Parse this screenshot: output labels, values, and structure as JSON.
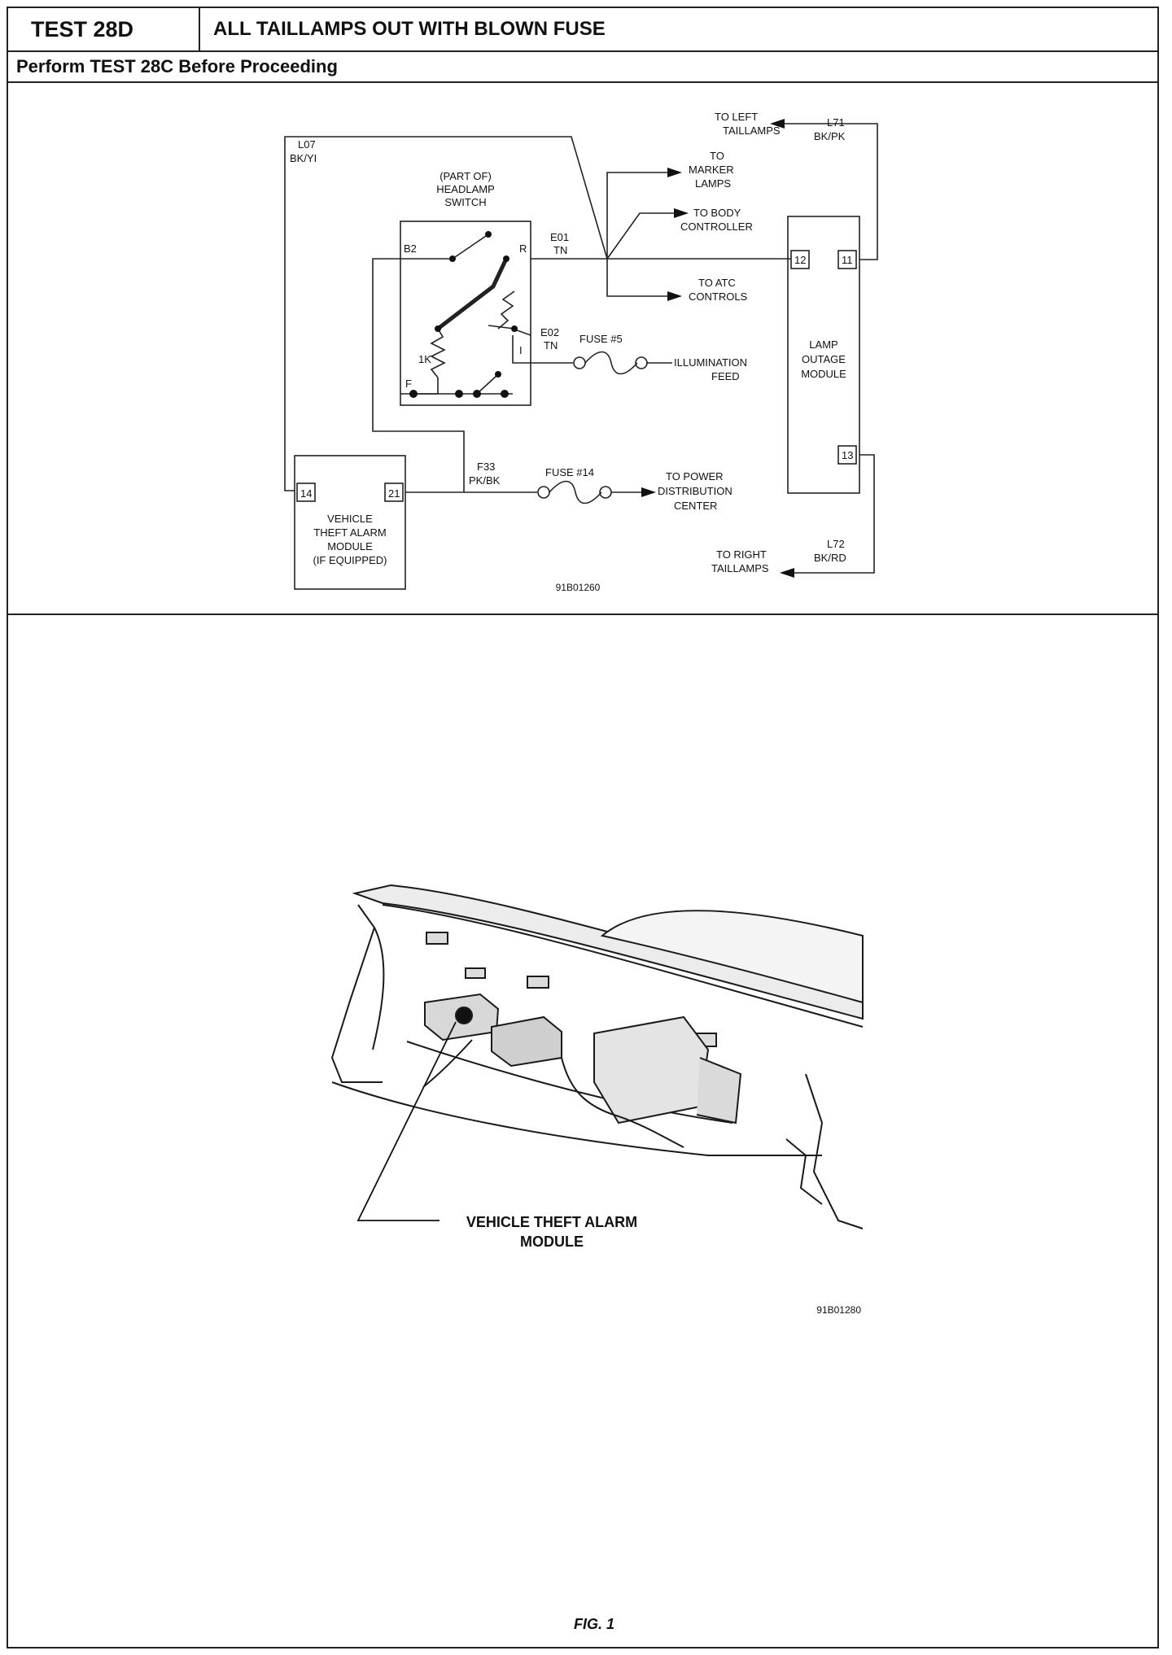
{
  "header": {
    "test_id": "TEST 28D",
    "title": "ALL TAILLAMPS OUT WITH BLOWN FUSE",
    "subheader": "Perform TEST 28C Before Proceeding"
  },
  "schematic": {
    "l07": "L07",
    "l07_color": "BK/YI",
    "switch_label_1": "(PART OF)",
    "switch_label_2": "HEADLAMP",
    "switch_label_3": "SWITCH",
    "pin_b2": "B2",
    "pin_r": "R",
    "pin_i": "I",
    "pin_f": "F",
    "resistor_1k": "1K",
    "e01": "E01",
    "e01_color": "TN",
    "e02": "E02",
    "e02_color": "TN",
    "fuse5": "FUSE #5",
    "illum_1": "ILLUMINATION",
    "illum_2": "FEED",
    "to_left_1": "TO LEFT",
    "to_left_2": "TAILLAMPS",
    "l71": "L71",
    "l71_color": "BK/PK",
    "marker_1": "TO",
    "marker_2": "MARKER",
    "marker_3": "LAMPS",
    "body_1": "TO BODY",
    "body_2": "CONTROLLER",
    "atc_1": "TO ATC",
    "atc_2": "CONTROLS",
    "lom_pin12": "12",
    "lom_pin11": "11",
    "lom_pin13": "13",
    "lom_1": "LAMP",
    "lom_2": "OUTAGE",
    "lom_3": "MODULE",
    "vta_pin14": "14",
    "vta_pin21": "21",
    "vta_1": "VEHICLE",
    "vta_2": "THEFT ALARM",
    "vta_3": "MODULE",
    "vta_4": "(IF EQUIPPED)",
    "f33": "F33",
    "f33_color": "PK/BK",
    "fuse14": "FUSE #14",
    "pdc_1": "TO POWER",
    "pdc_2": "DISTRIBUTION",
    "pdc_3": "CENTER",
    "to_right_1": "TO RIGHT",
    "to_right_2": "TAILLAMPS",
    "l72": "L72",
    "l72_color": "BK/RD",
    "figure_code": "91B01260"
  },
  "illustration": {
    "callout_1": "VEHICLE THEFT ALARM",
    "callout_2": "MODULE",
    "figure_code": "91B01280",
    "caption": "FIG. 1"
  }
}
